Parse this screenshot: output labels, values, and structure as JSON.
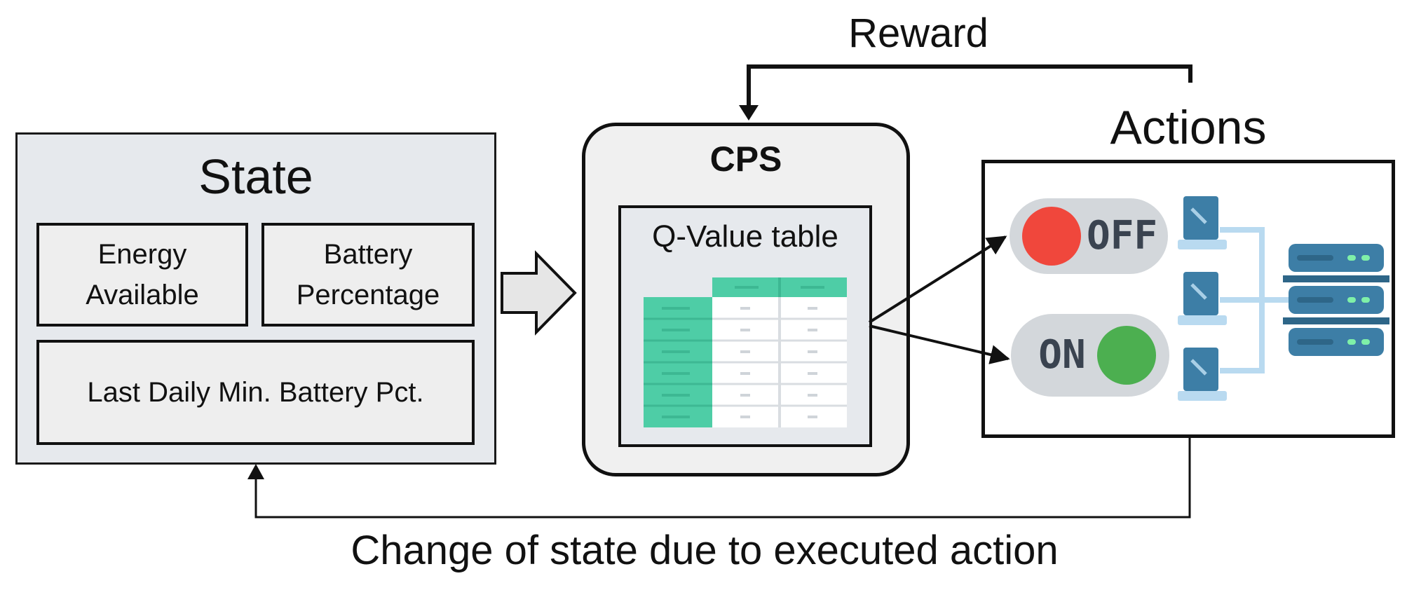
{
  "reward_label": "Reward",
  "actions_title": "Actions",
  "state": {
    "title": "State",
    "items": [
      "Energy\nAvailable",
      "Battery\nPercentage",
      "Last Daily Min. Battery Pct."
    ]
  },
  "cps": {
    "title": "CPS",
    "table_label": "Q-Value table"
  },
  "switches": {
    "off": "OFF",
    "on": "ON"
  },
  "feedback_label": "Change of state due to executed action",
  "colors": {
    "table_green": "#4ecda6",
    "switch_off": "#f0473c",
    "switch_on": "#4caf50",
    "server_blue": "#3d7ea6",
    "wire_blue": "#b9daf0"
  }
}
